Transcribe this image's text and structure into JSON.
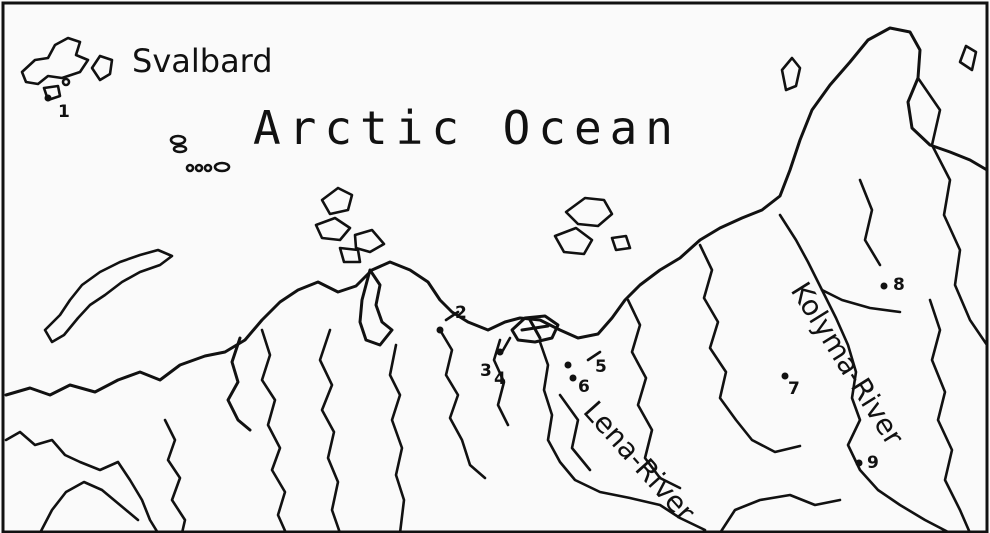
{
  "labels": {
    "ocean": "Arctic Ocean",
    "svalbard": "Svalbard",
    "kolyma": "Kolyma-River",
    "lena": "Lena-River"
  },
  "sites": {
    "s1": "1",
    "s2": "2",
    "s3": "3",
    "s4": "4",
    "s5": "5",
    "s6": "6",
    "s7": "7",
    "s8": "8",
    "s9": "9"
  },
  "colors": {
    "ink": "#111111",
    "paper": "#fafafa"
  }
}
